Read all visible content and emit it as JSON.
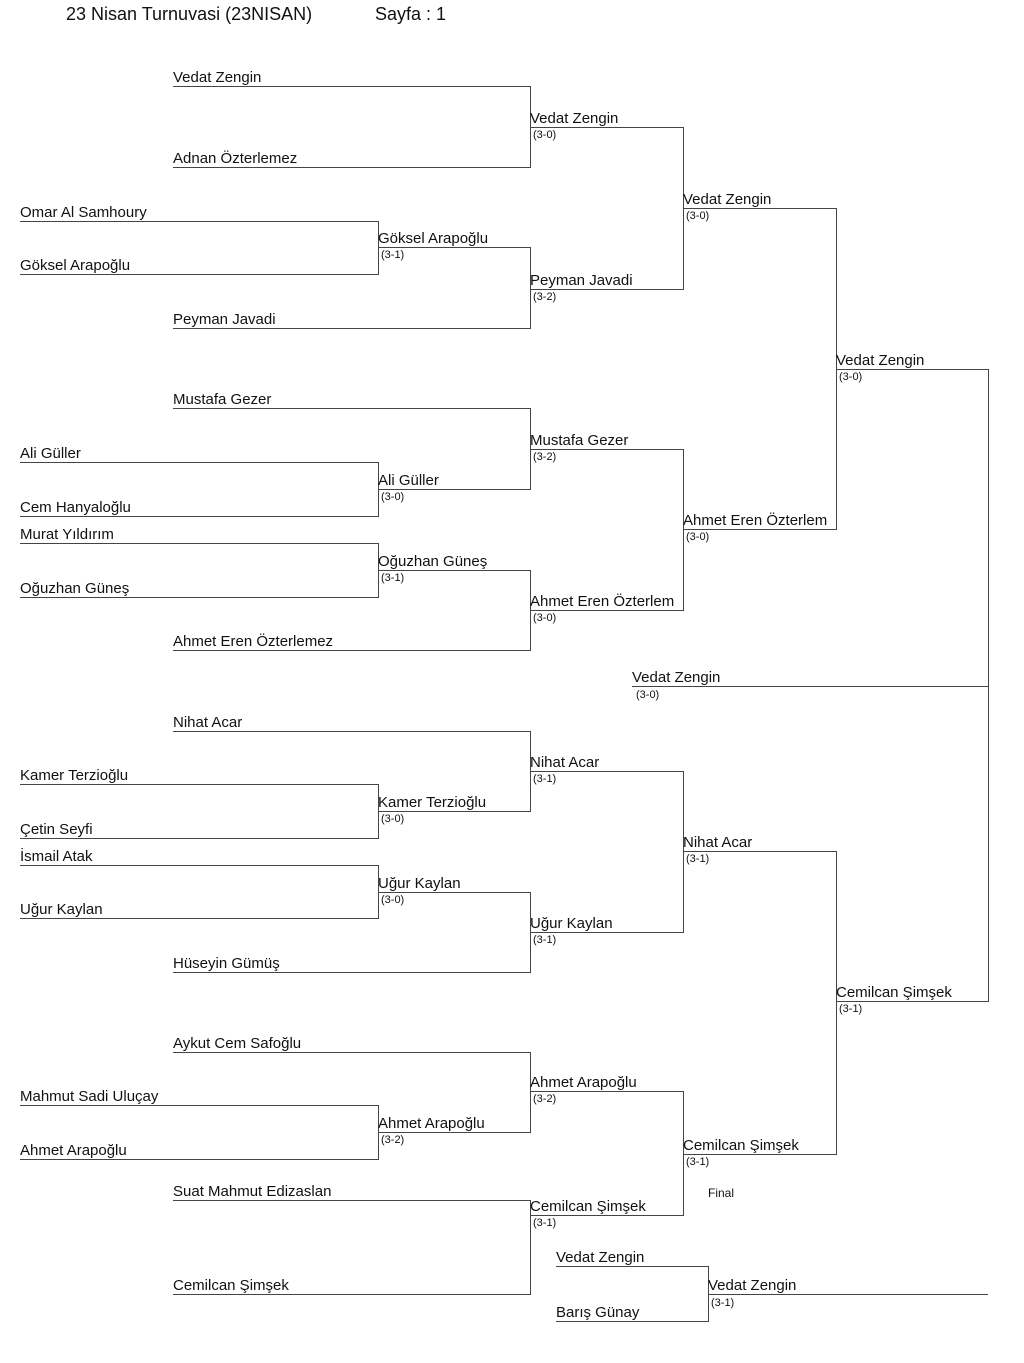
{
  "header": {
    "title": "23 Nisan Turnuvasi (23NISAN)",
    "page": "Sayfa : 1"
  },
  "bracket": {
    "round0": [
      {
        "name": "Omar Al Samhoury"
      },
      {
        "name": "Göksel Arapoğlu"
      },
      {
        "name": "Ali Güller"
      },
      {
        "name": "Cem Hanyaloğlu"
      },
      {
        "name": "Murat Yıldırım"
      },
      {
        "name": "Oğuzhan Güneş"
      },
      {
        "name": "Kamer Terzioğlu"
      },
      {
        "name": "Çetin Seyfi"
      },
      {
        "name": "İsmail Atak"
      },
      {
        "name": "Uğur Kaylan"
      },
      {
        "name": "Mahmut Sadi Uluçay"
      },
      {
        "name": "Ahmet Arapoğlu"
      }
    ],
    "round1": [
      {
        "name": "Vedat Zengin"
      },
      {
        "name": "Adnan Özterlemez"
      },
      {
        "name": "Göksel Arapoğlu",
        "score": "(3-1)"
      },
      {
        "name": "Peyman Javadi"
      },
      {
        "name": "Mustafa Gezer"
      },
      {
        "name": "Ali Güller",
        "score": "(3-0)"
      },
      {
        "name": "Oğuzhan Güneş",
        "score": "(3-1)"
      },
      {
        "name": "Ahmet Eren Özterlemez"
      },
      {
        "name": "Nihat Acar"
      },
      {
        "name": "Kamer Terzioğlu",
        "score": "(3-0)"
      },
      {
        "name": "Uğur Kaylan",
        "score": "(3-0)"
      },
      {
        "name": "Hüseyin Gümüş"
      },
      {
        "name": "Aykut Cem Safoğlu"
      },
      {
        "name": "Ahmet Arapoğlu",
        "score": "(3-2)"
      },
      {
        "name": "Suat Mahmut Edizaslan"
      },
      {
        "name": "Cemilcan Şimşek"
      }
    ],
    "round2": [
      {
        "name": "Vedat Zengin",
        "score": "(3-0)"
      },
      {
        "name": "Peyman Javadi",
        "score": "(3-2)"
      },
      {
        "name": "Mustafa Gezer",
        "score": "(3-2)"
      },
      {
        "name": "Ahmet Eren Özterlem",
        "score": "(3-0)"
      },
      {
        "name": "Nihat Acar",
        "score": "(3-1)"
      },
      {
        "name": "Uğur Kaylan",
        "score": "(3-1)"
      },
      {
        "name": "Ahmet Arapoğlu",
        "score": "(3-2)"
      },
      {
        "name": "Cemilcan Şimşek",
        "score": "(3-1)"
      }
    ],
    "round3": [
      {
        "name": "Vedat Zengin",
        "score": "(3-0)"
      },
      {
        "name": "Ahmet Eren Özterlem",
        "score": "(3-0)"
      },
      {
        "name": "Nihat Acar",
        "score": "(3-1)"
      },
      {
        "name": "Cemilcan Şimşek",
        "score": "(3-1)"
      }
    ],
    "round4": [
      {
        "name": "Vedat Zengin",
        "score": "(3-0)"
      },
      {
        "name": "Cemilcan Şimşek",
        "score": "(3-1)"
      }
    ],
    "winner": {
      "name": "Vedat Zengin",
      "score": "(3-0)"
    },
    "final": {
      "label": "Final",
      "players": [
        {
          "name": "Vedat Zengin"
        },
        {
          "name": "Barış Günay"
        }
      ],
      "result": {
        "name": "Vedat Zengin",
        "score": "(3-1)"
      }
    }
  }
}
